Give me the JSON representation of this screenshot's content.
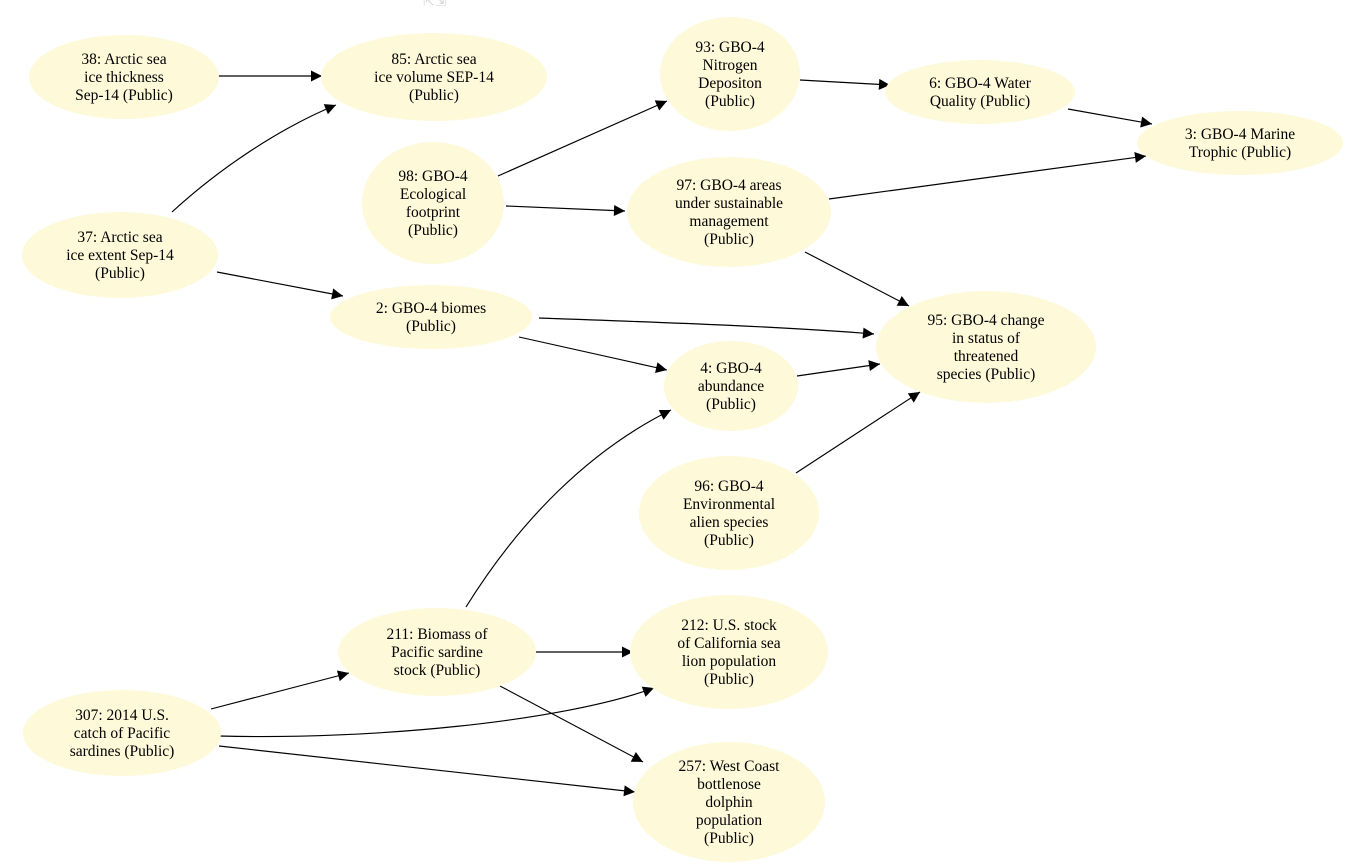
{
  "diagram": {
    "type": "directed-graph",
    "node_fill": "#fef9d9",
    "edge_color": "#000000",
    "nodes": [
      {
        "id": "n38",
        "lines": [
          "38: Arctic sea",
          "ice thickness",
          "Sep-14 (Public)"
        ]
      },
      {
        "id": "n85",
        "lines": [
          "85: Arctic sea",
          "ice volume SEP-14",
          "(Public)"
        ]
      },
      {
        "id": "n93",
        "lines": [
          "93: GBO-4",
          "Nitrogen",
          "Depositon",
          "(Public)"
        ]
      },
      {
        "id": "n6",
        "lines": [
          "6: GBO-4 Water",
          "Quality (Public)"
        ]
      },
      {
        "id": "n3",
        "lines": [
          "3: GBO-4 Marine",
          "Trophic (Public)"
        ]
      },
      {
        "id": "n98",
        "lines": [
          "98: GBO-4",
          "Ecological",
          "footprint",
          "(Public)"
        ]
      },
      {
        "id": "n97",
        "lines": [
          "97: GBO-4 areas",
          "under sustainable",
          "management",
          "(Public)"
        ]
      },
      {
        "id": "n37",
        "lines": [
          "37: Arctic sea",
          "ice extent Sep-14",
          "(Public)"
        ]
      },
      {
        "id": "n2",
        "lines": [
          "2: GBO-4 biomes",
          "(Public)"
        ]
      },
      {
        "id": "n95",
        "lines": [
          "95: GBO-4 change",
          "in status of",
          "threatened",
          "species (Public)"
        ]
      },
      {
        "id": "n4",
        "lines": [
          "4: GBO-4",
          "abundance",
          "(Public)"
        ]
      },
      {
        "id": "n96",
        "lines": [
          "96: GBO-4",
          "Environmental",
          "alien species",
          "(Public)"
        ]
      },
      {
        "id": "n211",
        "lines": [
          "211: Biomass of",
          "Pacific sardine",
          "stock (Public)"
        ]
      },
      {
        "id": "n212",
        "lines": [
          "212: U.S. stock",
          "of California sea",
          "lion population",
          "(Public)"
        ]
      },
      {
        "id": "n307",
        "lines": [
          "307: 2014 U.S.",
          "catch of Pacific",
          "sardines (Public)"
        ]
      },
      {
        "id": "n257",
        "lines": [
          "257: West Coast",
          "bottlenose",
          "dolphin",
          "population",
          "(Public)"
        ]
      }
    ],
    "edges": [
      {
        "from": "n38",
        "to": "n85"
      },
      {
        "from": "n37",
        "to": "n85"
      },
      {
        "from": "n37",
        "to": "n2"
      },
      {
        "from": "n98",
        "to": "n93"
      },
      {
        "from": "n98",
        "to": "n97"
      },
      {
        "from": "n93",
        "to": "n6"
      },
      {
        "from": "n6",
        "to": "n3"
      },
      {
        "from": "n97",
        "to": "n3"
      },
      {
        "from": "n97",
        "to": "n95"
      },
      {
        "from": "n2",
        "to": "n95"
      },
      {
        "from": "n2",
        "to": "n4"
      },
      {
        "from": "n4",
        "to": "n95"
      },
      {
        "from": "n96",
        "to": "n95"
      },
      {
        "from": "n211",
        "to": "n4"
      },
      {
        "from": "n211",
        "to": "n212"
      },
      {
        "from": "n211",
        "to": "n257"
      },
      {
        "from": "n307",
        "to": "n211"
      },
      {
        "from": "n307",
        "to": "n212"
      },
      {
        "from": "n307",
        "to": "n257"
      }
    ]
  }
}
